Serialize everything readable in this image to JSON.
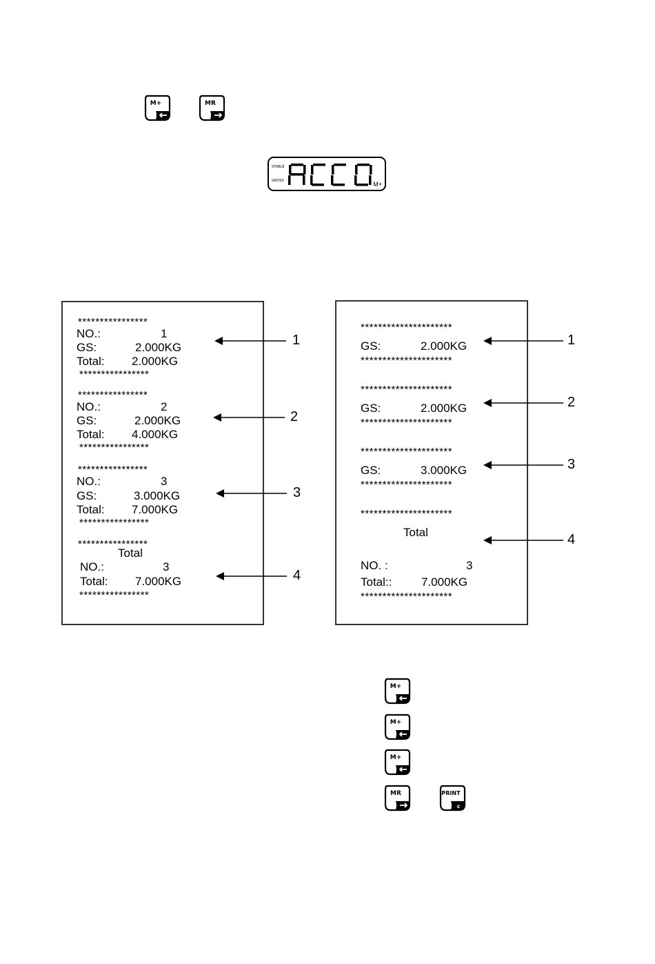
{
  "top_keys": [
    {
      "label": "M+",
      "arrow": "left"
    },
    {
      "label": "MR",
      "arrow": "right"
    }
  ],
  "display": {
    "text": "ACC 0",
    "indicator_stable": "STABLE",
    "indicator_gross": "GROSS",
    "indicator_mplus": "M+"
  },
  "receipt_left": {
    "star_row": "****************",
    "blocks": [
      {
        "no_label": "NO.:",
        "no_value": "1",
        "gs_label": "GS:",
        "gs_value": "2.000KG",
        "total_label": "Total:",
        "total_value": "2.000KG",
        "marker": "1"
      },
      {
        "no_label": "NO.:",
        "no_value": "2",
        "gs_label": "GS:",
        "gs_value": "2.000KG",
        "total_label": "Total:",
        "total_value": "4.000KG",
        "marker": "2"
      },
      {
        "no_label": "NO.:",
        "no_value": "3",
        "gs_label": "GS:",
        "gs_value": "3.000KG",
        "total_label": "Total:",
        "total_value": "7.000KG",
        "marker": "3"
      }
    ],
    "summary": {
      "heading": "Total",
      "no_label": "NO.:",
      "no_value": "3",
      "total_label": "Total:",
      "total_value": "7.000KG",
      "marker": "4"
    }
  },
  "receipt_right": {
    "star_row": "*********************",
    "blocks": [
      {
        "gs_label": "GS:",
        "gs_value": "2.000KG",
        "marker": "1"
      },
      {
        "gs_label": "GS:",
        "gs_value": "2.000KG",
        "marker": "2"
      },
      {
        "gs_label": "GS:",
        "gs_value": "3.000KG",
        "marker": "3"
      }
    ],
    "summary": {
      "heading": "Total",
      "no_label": "NO. :",
      "no_value": "3",
      "total_label": "Total::",
      "total_value": "7.000KG",
      "marker": "4"
    }
  },
  "bottom_keys": [
    {
      "label": "M+",
      "arrow": "left"
    },
    {
      "label": "M+",
      "arrow": "left"
    },
    {
      "label": "M+",
      "arrow": "left"
    },
    {
      "label": "MR",
      "arrow": "right"
    },
    {
      "label": "PRINT",
      "arrow": "c"
    }
  ]
}
